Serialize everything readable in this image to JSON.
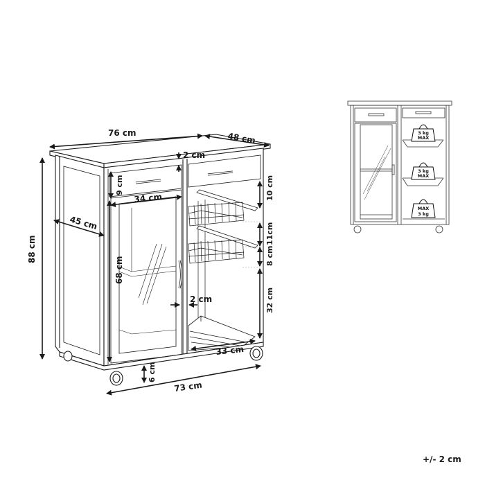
{
  "diagram": {
    "title": "Kitchen trolley dimension drawing",
    "colors": {
      "line": "#1a1a1a",
      "thin": "#555555",
      "background": "#ffffff"
    },
    "dimensions": {
      "width_top": "76 cm",
      "depth_top": "48 cm",
      "top_thickness": "2 cm",
      "height_total": "88 cm",
      "side_depth": "45 cm",
      "drawer_height": "9 cm",
      "door_width": "34 cm",
      "door_height": "68 cm",
      "gap_door": "2 cm",
      "basket_top_gap": "10 cm",
      "basket_spacing": "11cm",
      "basket_lower_gap": "8 cm",
      "bottom_section": "32 cm",
      "bottom_shelf_width": "33 cm",
      "wheel_clearance": "6 cm",
      "base_width": "73 cm"
    },
    "load_view": {
      "weights": [
        {
          "line1": "3 kg",
          "line2": "MAX"
        },
        {
          "line1": "3 kg",
          "line2": "MAX"
        },
        {
          "line1": "MAX",
          "line2": "3 kg"
        }
      ]
    },
    "tolerance": "+/- 2 cm"
  }
}
